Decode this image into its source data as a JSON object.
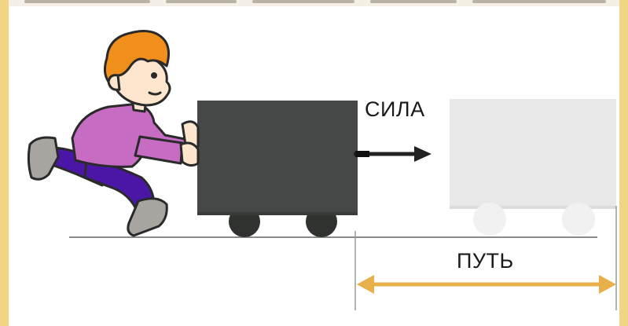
{
  "labels": {
    "force": "СИЛА",
    "path": "ПУТЬ"
  },
  "colors": {
    "border": "#f1d583",
    "cart": "#454846",
    "ghost_cart": "#e8e8e8",
    "ghost_wheel": "#f1f1f1",
    "hair": "#f08f1c",
    "shirt": "#c76cc3",
    "pants": "#4b16a6",
    "shoe": "#a8a5a1",
    "skin": "#fde6cd",
    "path_arrow": "#e8b04a",
    "ground": "#8a8a8a"
  },
  "icons": {
    "boy": "running-boy-illustration",
    "cart": "cart-icon",
    "ghost_cart": "ghost-cart-icon"
  }
}
